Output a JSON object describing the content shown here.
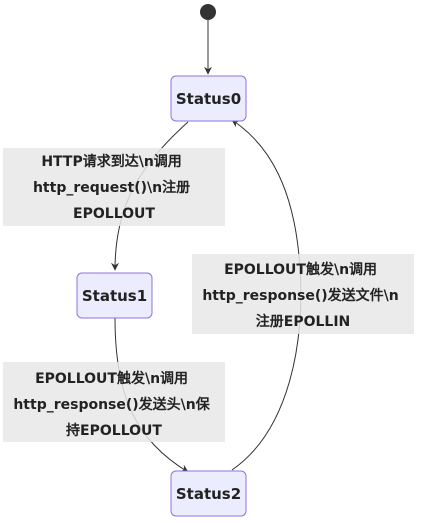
{
  "states": [
    {
      "id": "s0",
      "label": "Status0"
    },
    {
      "id": "s1",
      "label": "Status1"
    },
    {
      "id": "s2",
      "label": "Status2"
    }
  ],
  "transitions": [
    {
      "from": "start",
      "to": "s0",
      "lines": []
    },
    {
      "from": "s0",
      "to": "s1",
      "lines": [
        "HTTP请求到达\\n调用",
        "http_request()\\n注册",
        "EPOLLOUT"
      ]
    },
    {
      "from": "s1",
      "to": "s2",
      "lines": [
        "EPOLLOUT触发\\n调用",
        "http_response()发送头\\n保",
        "持EPOLLOUT"
      ]
    },
    {
      "from": "s2",
      "to": "s0",
      "lines": [
        "EPOLLOUT触发\\n调用",
        "http_response()发送文件\\n",
        "注册EPOLLIN"
      ]
    }
  ],
  "colors": {
    "state_fill": "#ECECFF",
    "state_stroke": "#9370DB",
    "edge": "#333333",
    "label_bg": "#e8e8e8"
  }
}
